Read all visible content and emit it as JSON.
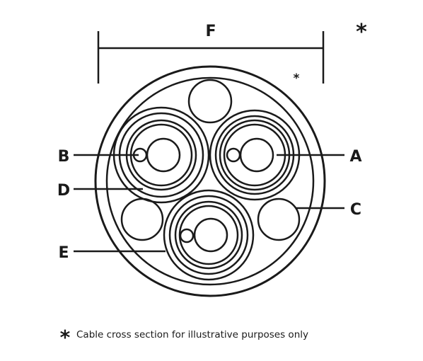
{
  "labels": {
    "a": "A",
    "b": "B",
    "c": "C",
    "d": "D",
    "e": "E",
    "f": "F"
  },
  "asterisk": "*",
  "footnote": {
    "symbol": "*",
    "text": "Cable cross section for illustrative purposes only"
  }
}
